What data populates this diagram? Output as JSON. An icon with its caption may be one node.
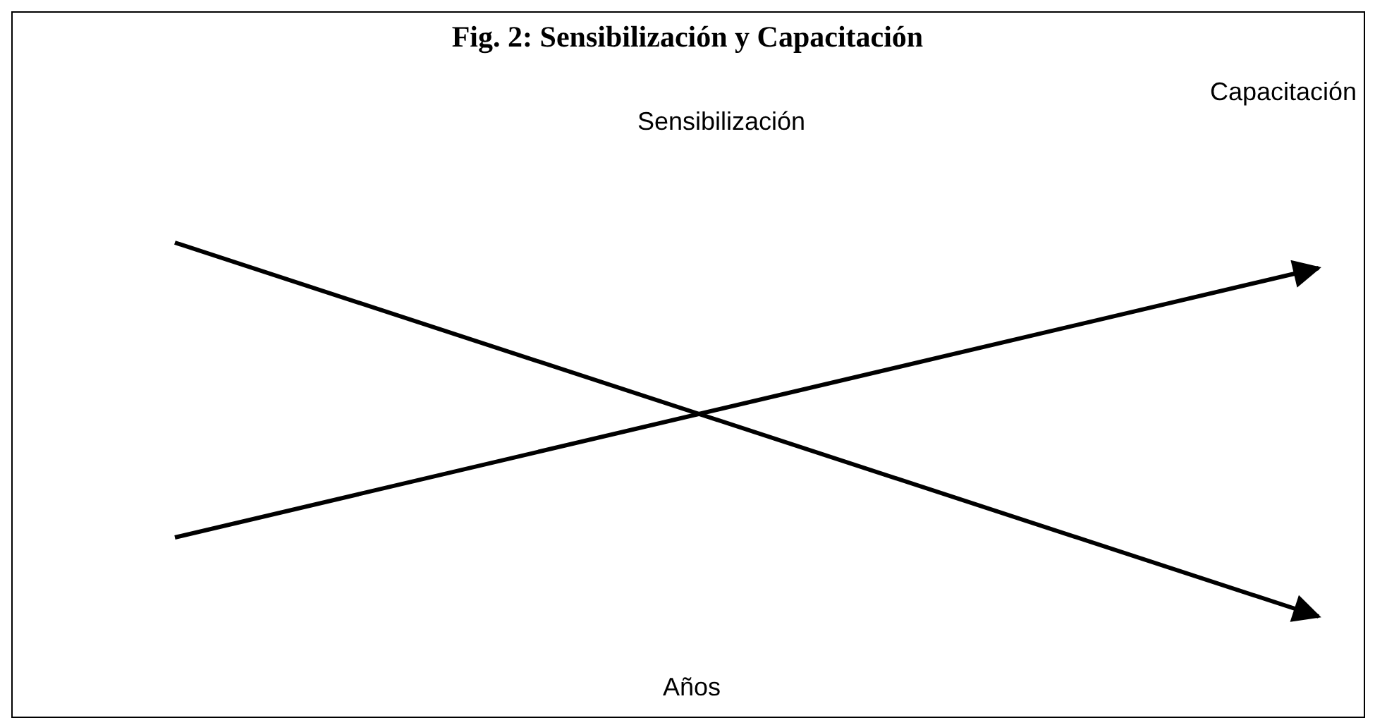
{
  "diagram": {
    "title": "Fig. 2: Sensibilización y Capacitación",
    "labels": [
      "Sensibilización",
      "Capacitación",
      "Años"
    ]
  }
}
